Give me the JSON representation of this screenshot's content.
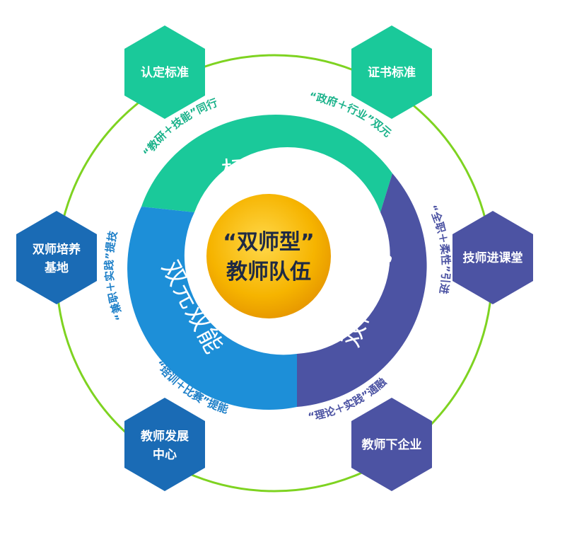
{
  "center": {
    "line1": "“双师型”",
    "line2": "教师队伍"
  },
  "segments": {
    "top": {
      "title": "标准引领",
      "color": "#1ac99a"
    },
    "right": {
      "title": "双向流动",
      "color": "#4c53a3"
    },
    "left": {
      "title": "双元双能",
      "color": "#1d8fd8"
    }
  },
  "arc_phrases": {
    "top_left": "“教研＋技能”同行",
    "top_right": "“政府＋行业”双元",
    "left_upper": "“兼职＋实践”提技",
    "left_lower": "“培训＋比赛”提能",
    "right_upper": "“全职＋柔性”引进",
    "right_lower": "“理论＋实践”通融"
  },
  "hexagons": {
    "h1": {
      "label": "认定标准",
      "color": "#1ac99a"
    },
    "h2": {
      "label": "证书标准",
      "color": "#1ac99a"
    },
    "h3": {
      "line1": "双师培养",
      "line2": "基地",
      "color": "#1a6bb5"
    },
    "h4": {
      "label": "技师进课堂",
      "color": "#4c53a3"
    },
    "h5": {
      "line1": "教师发展",
      "line2": "中心",
      "color": "#1a6bb5"
    },
    "h6": {
      "label": "教师下企业",
      "color": "#4c53a3"
    }
  },
  "colors": {
    "outer_ring": "#7ed321",
    "center_gold": "#f5b300",
    "text_dark": "#1f2a44",
    "green_text": "#1ab28a",
    "blue_text": "#1d7fc8",
    "purple_text": "#4c53a3"
  }
}
